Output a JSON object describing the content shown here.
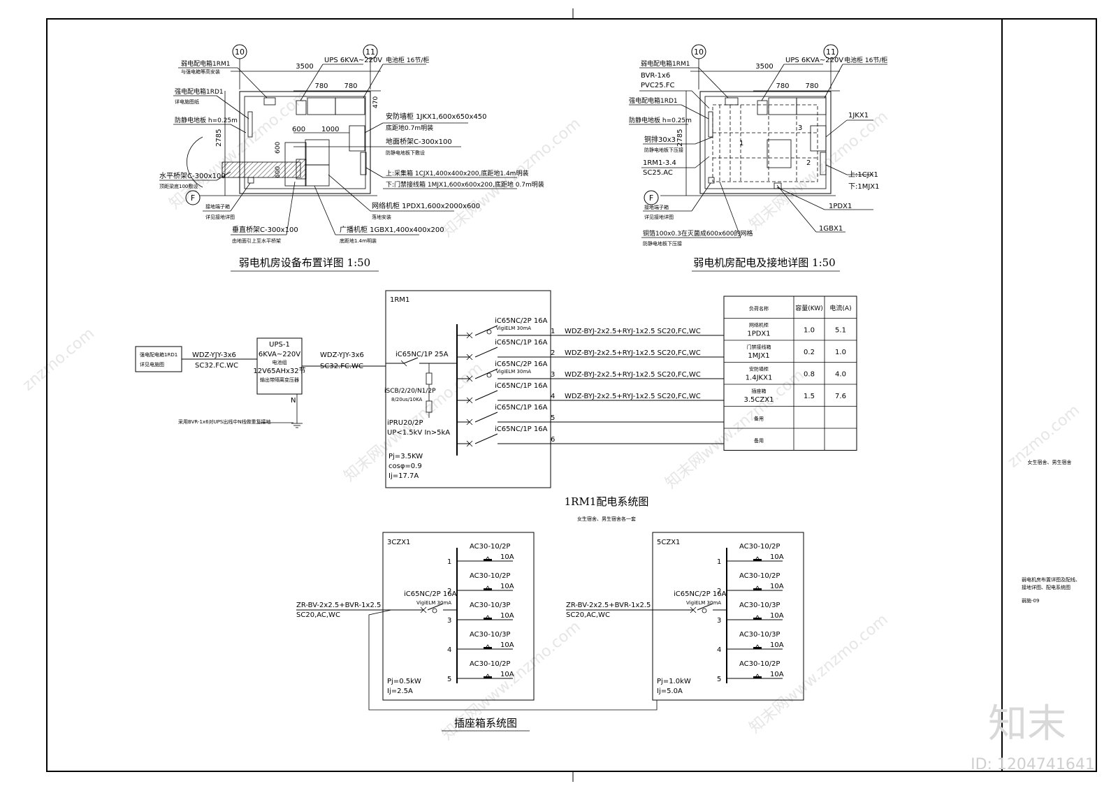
{
  "plan1": {
    "title": "弱电机房设备布置详图 1:50",
    "axis_a": "10",
    "axis_b": "11",
    "axis_f": "F",
    "dim_3500": "3500",
    "dim_780a": "780",
    "dim_780b": "780",
    "dim_470": "470",
    "dim_2785": "2785",
    "dim_600a": "600",
    "dim_1000": "1000",
    "dim_600b": "600",
    "dim_600c": "600",
    "ann": {
      "a1": "弱电配电箱1RM1",
      "a1s": "与强电箱等高安装",
      "a2": "UPS 6KVA~220V",
      "a3": "电池柜 16节/柜",
      "a4": "强电配电箱1RD1",
      "a4s": "详电施图纸",
      "a5": "防静电地板 h=0.25m",
      "a6": "安防墙柜 1JKX1,600x650x450",
      "a6s": "底距地0.7m明装",
      "a7": "地面桥架C-300x100",
      "a7s": "防静电地板下敷设",
      "a8": "水平桥架C-300x100",
      "a8s": "顶距梁底100敷设",
      "a9": "上:采集箱 1CJX1,400x400x200,底距地1.4m明装",
      "a10": "下:门禁接线箱 1MJX1,600x600x200,底距地 0.7m明装",
      "a11": "网络机柜 1PDX1,600x2000x600",
      "a11s": "落地安装",
      "a12": "接地端子箱",
      "a12s": "详见接地详图",
      "a13": "垂直桥架C-300x100",
      "a13s": "由地面引上至水平桥架",
      "a14": "广播机柜 1GBX1,400x400x200",
      "a14s": "底距地1.4m明装"
    }
  },
  "plan2": {
    "title": "弱电机房配电及接地详图 1:50",
    "axis_a": "10",
    "axis_b": "11",
    "axis_f": "F",
    "dim_3500": "3500",
    "dim_780a": "780",
    "dim_780b": "780",
    "dim_2785": "2785",
    "ann": {
      "b1": "弱电配电箱1RM1",
      "b2": "UPS 6KVA~220V",
      "b3": "电池柜 16节/柜",
      "b4": "BVR-1x6",
      "b5": "PVC25.FC",
      "b6": "强电配电箱1RD1",
      "b7": "防静电地板 h=0.25m",
      "b8": "铜排30x3",
      "b8s": "防静电地板下压接",
      "b9": "1RM1-3.4",
      "b10": "SC25.AC",
      "b11": "1JKX1",
      "b12": "上:1CJX1",
      "b13": "下:1MJX1",
      "b14": "1PDX1",
      "b15": "1GBX1",
      "b16": "接地端子箱",
      "b16s": "详见接地详图",
      "b17": "铜箔100x0.3在灭菌成600x600的网格",
      "b17s": "防静电地板下压接",
      "n1": "1",
      "n2": "2",
      "n3": "3"
    }
  },
  "sys1": {
    "title": "1RM1配电系统图",
    "subtitle": "女生宿舍、男生宿舍各一套",
    "box": "1RM1",
    "src_label": "强电配电箱1RD1",
    "src_sub": "详见电施图",
    "feed1": "WDZ-YJY-3x6",
    "feed1s": "SC32.FC.WC",
    "ups_t": "UPS-1",
    "ups_l1": "6KVA~220V",
    "ups_l2": "电池组",
    "ups_l3": "12V65AHx32节",
    "ups_l4": "输出带隔离变压器",
    "ups_n": "N",
    "feed2": "WDZ-YJY-3x6",
    "feed2s": "SC32.FC.WC",
    "ground_note": "采用BVR-1x6对UPS出线中N线做重复接地",
    "main": "iC65NC/1P 25A",
    "spd1": "iSCB/2/20/N1/2P",
    "spd1s": "8/20us/10KA",
    "spd2": "iPRU20/2P",
    "spd2s": "UP<1.5kV  In>5kA",
    "pj": "Pj=3.5KW",
    "cos": "cosφ=0.9",
    "ij": "Ij=17.7A",
    "vigi": "VigiELM 30mA",
    "circuits": [
      {
        "brk": "iC65NC/2P 16A",
        "vigi": true,
        "no": "1",
        "cable": "WDZ-BYJ-2x2.5+RYJ-1x2.5  SC20,FC,WC"
      },
      {
        "brk": "iC65NC/1P 16A",
        "vigi": false,
        "no": "2",
        "cable": "WDZ-BYJ-2x2.5+RYJ-1x2.5  SC20,FC,WC"
      },
      {
        "brk": "iC65NC/2P 16A",
        "vigi": true,
        "no": "3",
        "cable": "WDZ-BYJ-2x2.5+RYJ-1x2.5  SC20,FC,WC"
      },
      {
        "brk": "iC65NC/1P 16A",
        "vigi": false,
        "no": "4",
        "cable": "WDZ-BYJ-2x2.5+RYJ-1x2.5  SC20,FC,WC"
      },
      {
        "brk": "iC65NC/1P 16A",
        "vigi": false,
        "no": "5",
        "cable": ""
      },
      {
        "brk": "iC65NC/1P 16A",
        "vigi": false,
        "no": "6",
        "cable": ""
      }
    ],
    "table": {
      "headers": [
        "负荷名称",
        "容量(KW)",
        "电流(A)"
      ],
      "rows": [
        {
          "n1": "网络机柜",
          "n2": "1PDX1",
          "kw": "1.0",
          "a": "5.1"
        },
        {
          "n1": "门禁接线箱",
          "n2": "1MJX1",
          "kw": "0.2",
          "a": "1.0"
        },
        {
          "n1": "安防墙柜",
          "n2": "1.4JKX1",
          "kw": "0.8",
          "a": "4.0"
        },
        {
          "n1": "插座箱",
          "n2": "3.5CZX1",
          "kw": "1.5",
          "a": "7.6"
        },
        {
          "n1": "备用",
          "n2": "",
          "kw": "",
          "a": ""
        },
        {
          "n1": "备用",
          "n2": "",
          "kw": "",
          "a": ""
        }
      ]
    }
  },
  "sys2": {
    "title": "插座箱系统图",
    "boxes": [
      {
        "name": "3CZX1",
        "cable": "ZR-BV-2x2.5+BVR-1x2.5",
        "cables": "SC20,AC,WC",
        "main": "iC65NC/2P 16A",
        "vigi": "VigiELM 30mA",
        "pj": "Pj=0.5kW",
        "ij": "Ij=2.5A"
      },
      {
        "name": "5CZX1",
        "cable": "ZR-BV-2x2.5+BVR-1x2.5",
        "cables": "SC20,AC,WC",
        "main": "iC65NC/2P 16A",
        "vigi": "VigiELM 30mA",
        "pj": "Pj=1.0kW",
        "ij": "Ij=5.0A"
      }
    ],
    "outlets": [
      {
        "no": "1",
        "type": "AC30-10/2P",
        "amp": "10A"
      },
      {
        "no": "2",
        "type": "AC30-10/2P",
        "amp": "10A"
      },
      {
        "no": "3",
        "type": "AC30-10/3P",
        "amp": "10A"
      },
      {
        "no": "4",
        "type": "AC30-10/3P",
        "amp": "10A"
      },
      {
        "no": "5",
        "type": "AC30-10/2P",
        "amp": "10A"
      }
    ]
  },
  "titleblock": {
    "project": "女生宿舍、男生宿舍",
    "drawing1": "弱电机房布置详图及配线、",
    "drawing2": "接地详图、配电系统图",
    "number": "弱施-09"
  },
  "watermark": {
    "site": "znzmo.com",
    "brand": "知末网www.znzmo.com",
    "logo": "知末",
    "id": "ID: 1204741641"
  }
}
